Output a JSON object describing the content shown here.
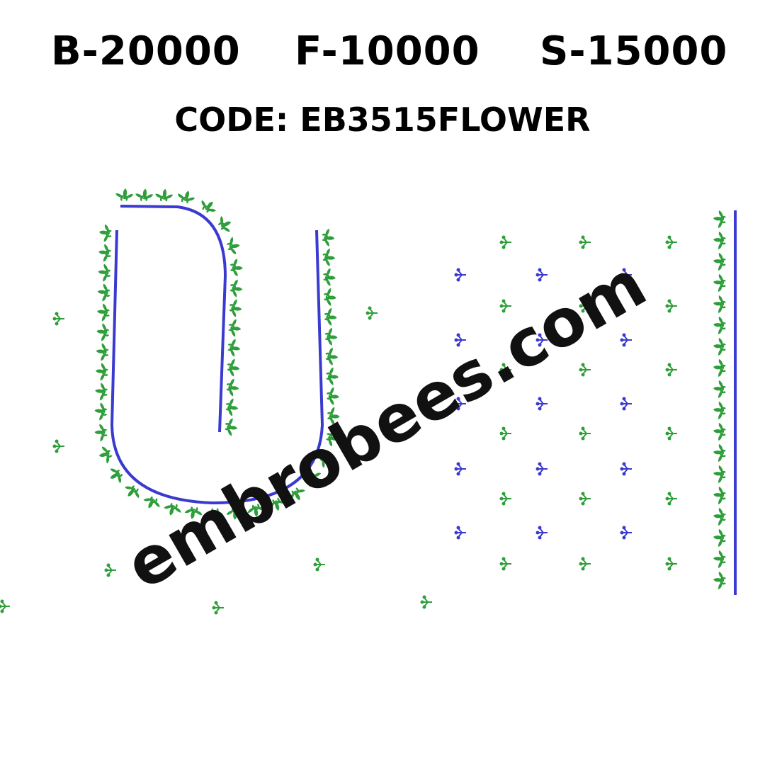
{
  "prices": {
    "blouse": "B-20000",
    "front": "F-10000",
    "sleeve": "S-15000"
  },
  "code": "CODE: EB3515FLOWER",
  "watermark": "embrobees.com",
  "colors": {
    "green": "#2e9e3a",
    "blue": "#3a3ad0",
    "text": "#000000"
  }
}
